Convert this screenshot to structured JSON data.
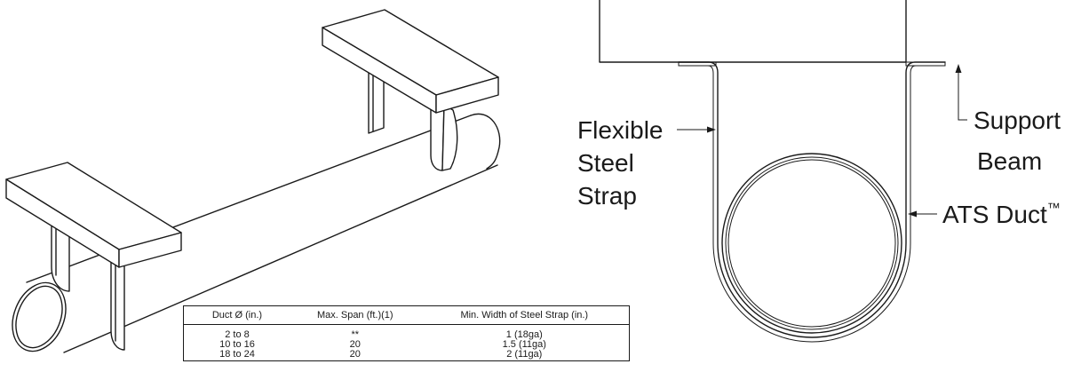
{
  "diagram": {
    "labels": {
      "strap": [
        "Flexible",
        "Steel",
        "Strap"
      ],
      "beam": [
        "Support",
        "Beam"
      ],
      "duct_name": "ATS Duct",
      "duct_mark": "™"
    }
  },
  "table": {
    "headers": [
      "Duct Ø (in.)",
      "Max. Span (ft.)(1)",
      "Min. Width of Steel Strap (in.)"
    ],
    "rows": [
      [
        "2 to 8",
        "**",
        "1 (18ga)"
      ],
      [
        "10 to 16",
        "20",
        "1.5 (11ga)"
      ],
      [
        "18 to 24",
        "20",
        "2 (11ga)"
      ]
    ]
  }
}
